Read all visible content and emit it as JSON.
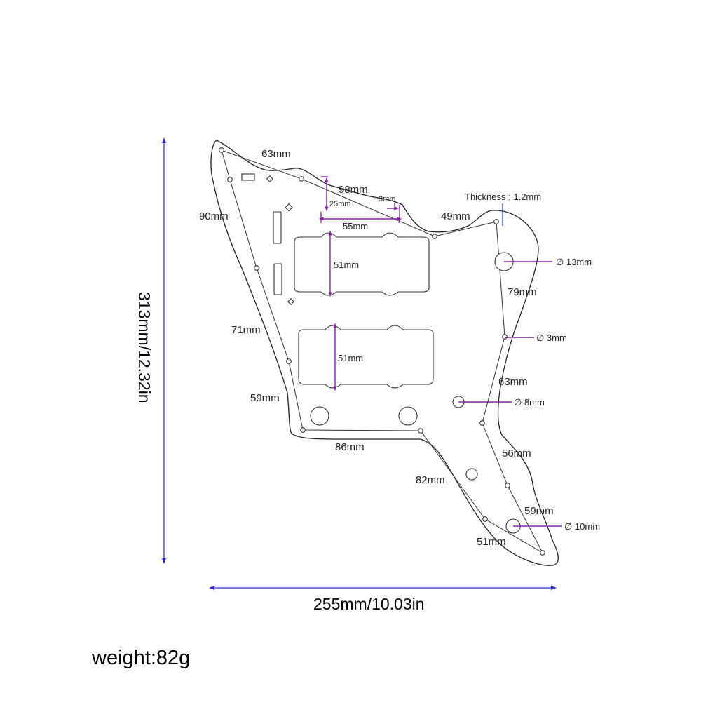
{
  "dimensions": {
    "overall_height": "313mm/12.32in",
    "overall_width": "255mm/10.03in",
    "top_left_edge": "63mm",
    "top_middle_edge": "98mm",
    "slot_height": "25mm",
    "small_step": "3mm",
    "slot_width": "55mm",
    "top_right_edge": "49mm",
    "thickness": "Thickness : 1.2mm",
    "left_upper_edge": "90mm",
    "pickup_neck_height": "51mm",
    "pickup_bridge_height": "51mm",
    "left_middle_edge": "71mm",
    "left_lower_edge": "59mm",
    "bottom_edge": "86mm",
    "lower_diagonal_edge": "82mm",
    "right_upper_edge": "79mm",
    "right_middle_edge": "63mm",
    "right_lower_edge": "56mm",
    "horn_inner_edge": "59mm",
    "horn_bottom_edge": "51mm",
    "hole_13": "∅ 13mm",
    "hole_3": "∅ 3mm",
    "hole_8": "∅ 8mm",
    "hole_10": "∅ 10mm"
  },
  "weight": "weight:82g",
  "colors": {
    "dimension_line": "#2a2acc",
    "detail_line": "#8a1fb0",
    "outline": "#222222"
  }
}
